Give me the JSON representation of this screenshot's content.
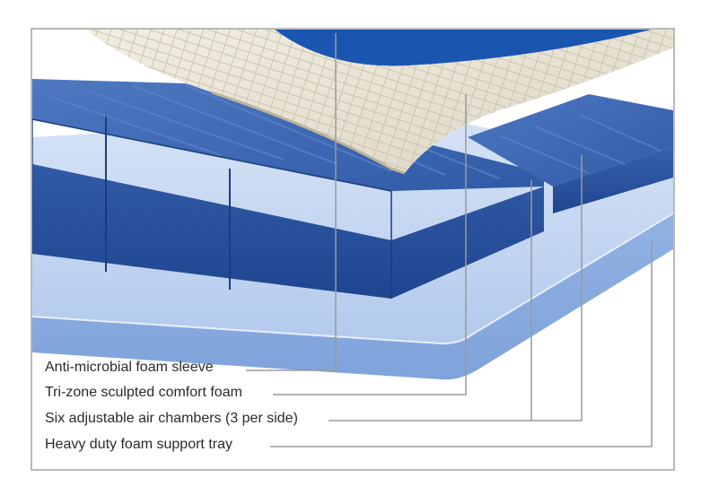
{
  "diagram": {
    "callouts": [
      {
        "id": "foam-sleeve",
        "label": "Anti-microbial foam sleeve"
      },
      {
        "id": "comfort-foam",
        "label": "Tri-zone sculpted comfort foam"
      },
      {
        "id": "air-chambers",
        "label": "Six adjustable air chambers (3 per side)"
      },
      {
        "id": "support-tray",
        "label": "Heavy duty foam support tray"
      }
    ]
  },
  "colors": {
    "tray_light": "#b9cfee",
    "tray_mid": "#93b3e4",
    "chamber_blue": "#3a63ad",
    "chamber_dark": "#22498f",
    "sleeve_blue": "#1a56b0",
    "foam_cream": "#ece7d9",
    "leader_line": "#9a9a9a"
  }
}
